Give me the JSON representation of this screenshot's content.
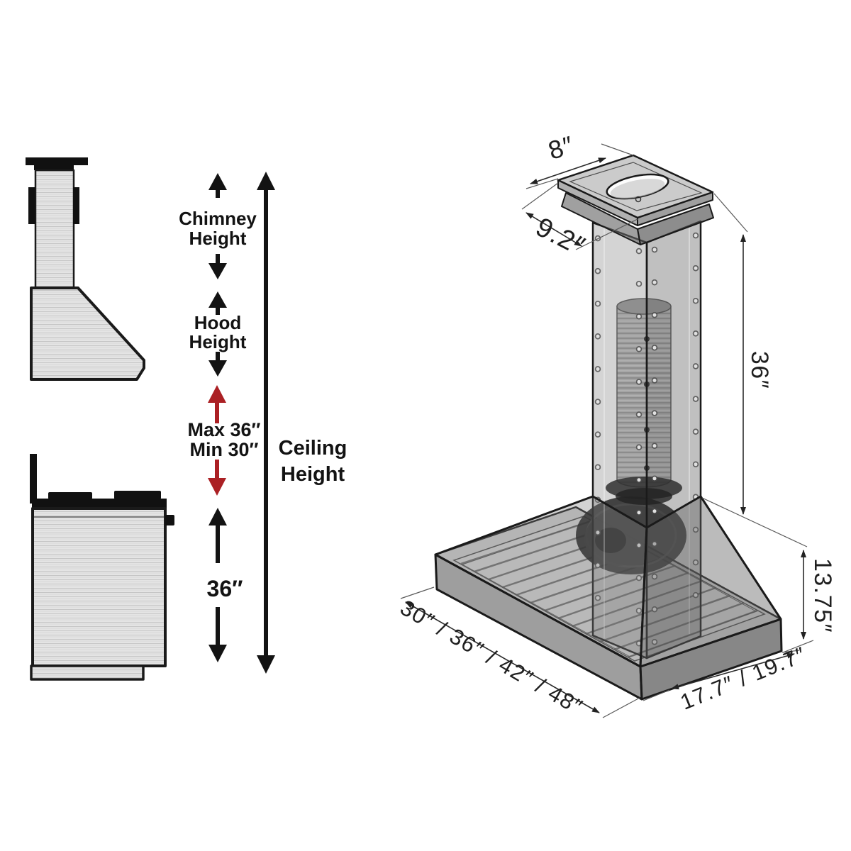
{
  "left_diagram": {
    "labels": {
      "chimney_line1": "Chimney",
      "chimney_line2": "Height",
      "hood_line1": "Hood",
      "hood_line2": "Height",
      "max_clearance": "Max 36″",
      "min_clearance": "Min 30″",
      "ceiling_line1": "Ceiling",
      "ceiling_line2": "Height",
      "cooktop_clearance": "36″"
    },
    "colors": {
      "clearance_red": "#ab2024",
      "ink": "#131313"
    }
  },
  "right_diagram": {
    "dimensions": {
      "duct_diameter": "8″",
      "chimney_depth": "9.2″",
      "chimney_height": "36″",
      "hood_height": "13.75″",
      "hood_width_options": "30″ / 36″ / 42″ / 48″",
      "hood_depth_options": "17.7″ / 19.7″"
    }
  }
}
